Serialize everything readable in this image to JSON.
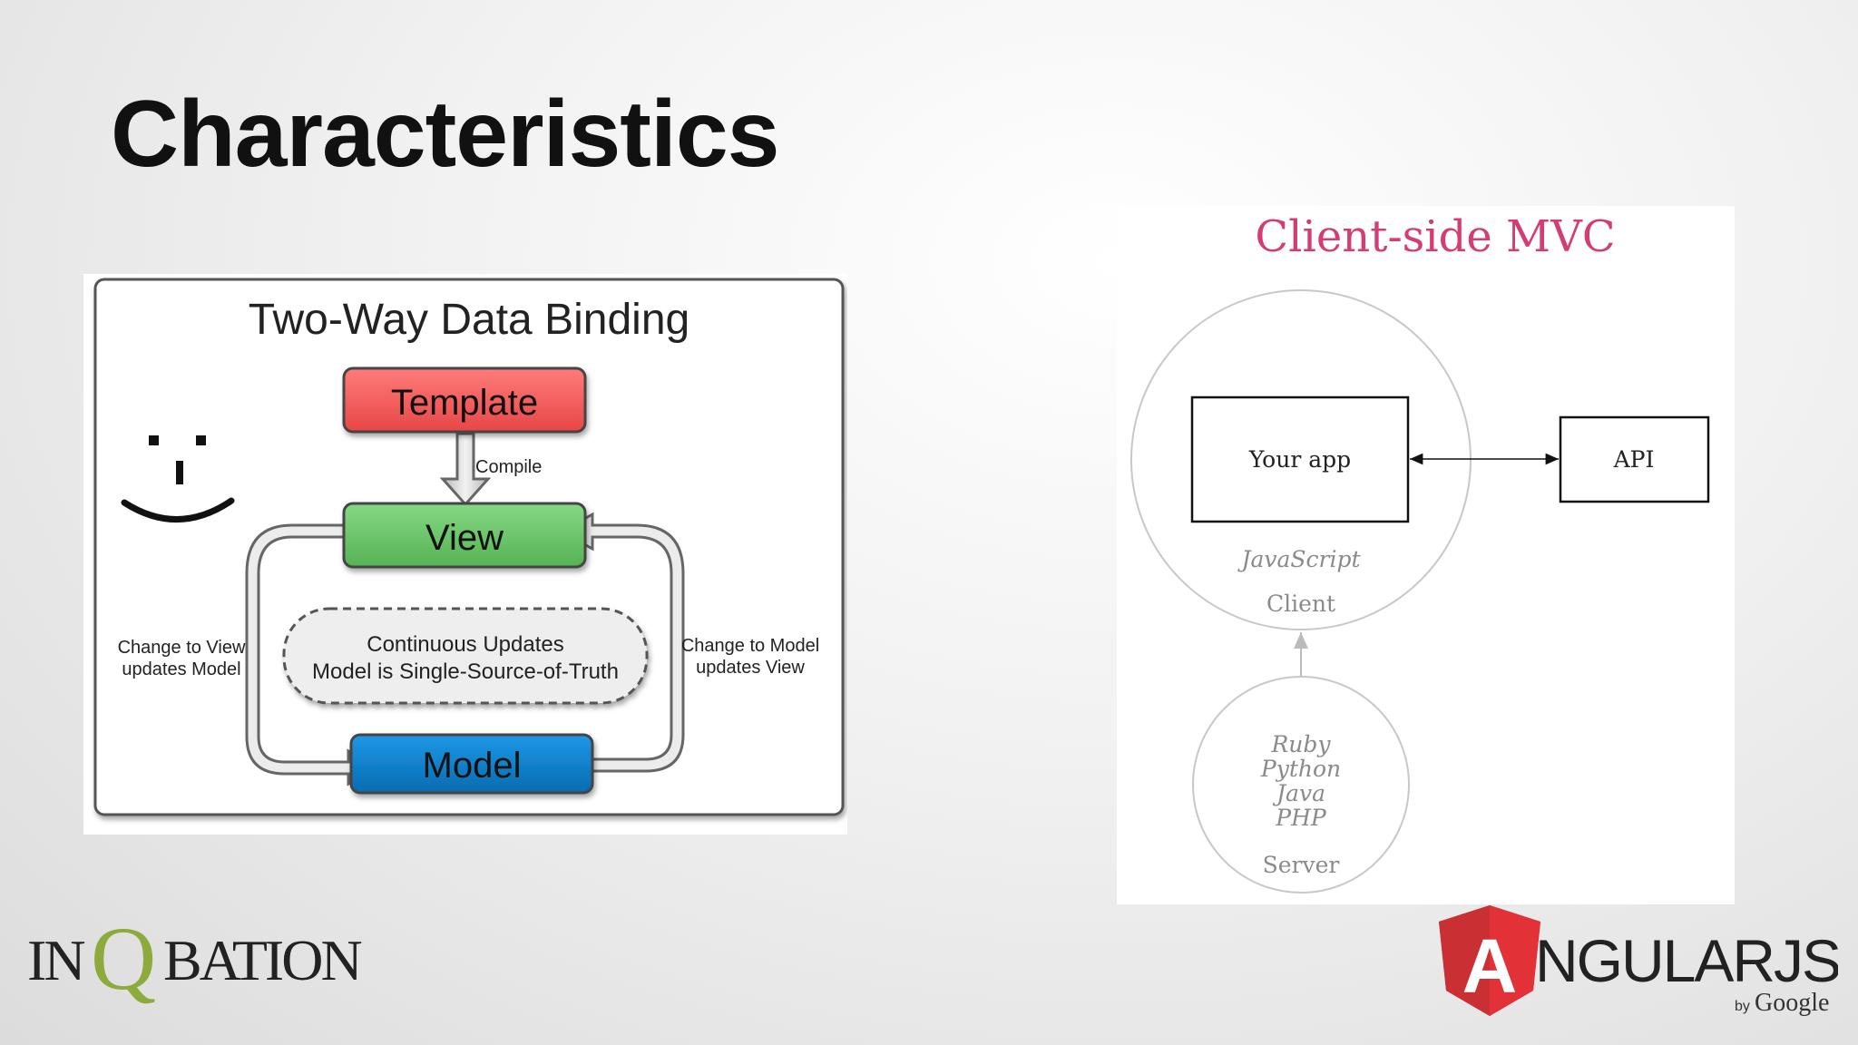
{
  "slide": {
    "title": "Characteristics"
  },
  "two_way_binding": {
    "title": "Two-Way Data Binding",
    "template_label": "Template",
    "compile_label": "Compile",
    "view_label": "View",
    "model_label": "Model",
    "center_line1": "Continuous Updates",
    "center_line2": "Model is Single-Source-of-Truth",
    "left_line1": "Change to View",
    "left_line2": "updates Model",
    "right_line1": "Change to Model",
    "right_line2": "updates View",
    "colors": {
      "template": "#f05a5a",
      "view": "#6cc36a",
      "model": "#0b7fcc"
    }
  },
  "client_mvc": {
    "title": "Client-side MVC",
    "app_label": "Your app",
    "api_label": "API",
    "client_lang": "JavaScript",
    "client_label": "Client",
    "server_langs": [
      "Ruby",
      "Python",
      "Java",
      "PHP"
    ],
    "server_label": "Server",
    "colors": {
      "title": "#d63c74"
    }
  },
  "logos": {
    "inqbation": {
      "text_a": "IN",
      "text_q": "Q",
      "text_b": "BATION"
    },
    "angularjs": {
      "shield_letter": "A",
      "word": "NGULARJS",
      "by": "by",
      "google": "Google"
    }
  }
}
